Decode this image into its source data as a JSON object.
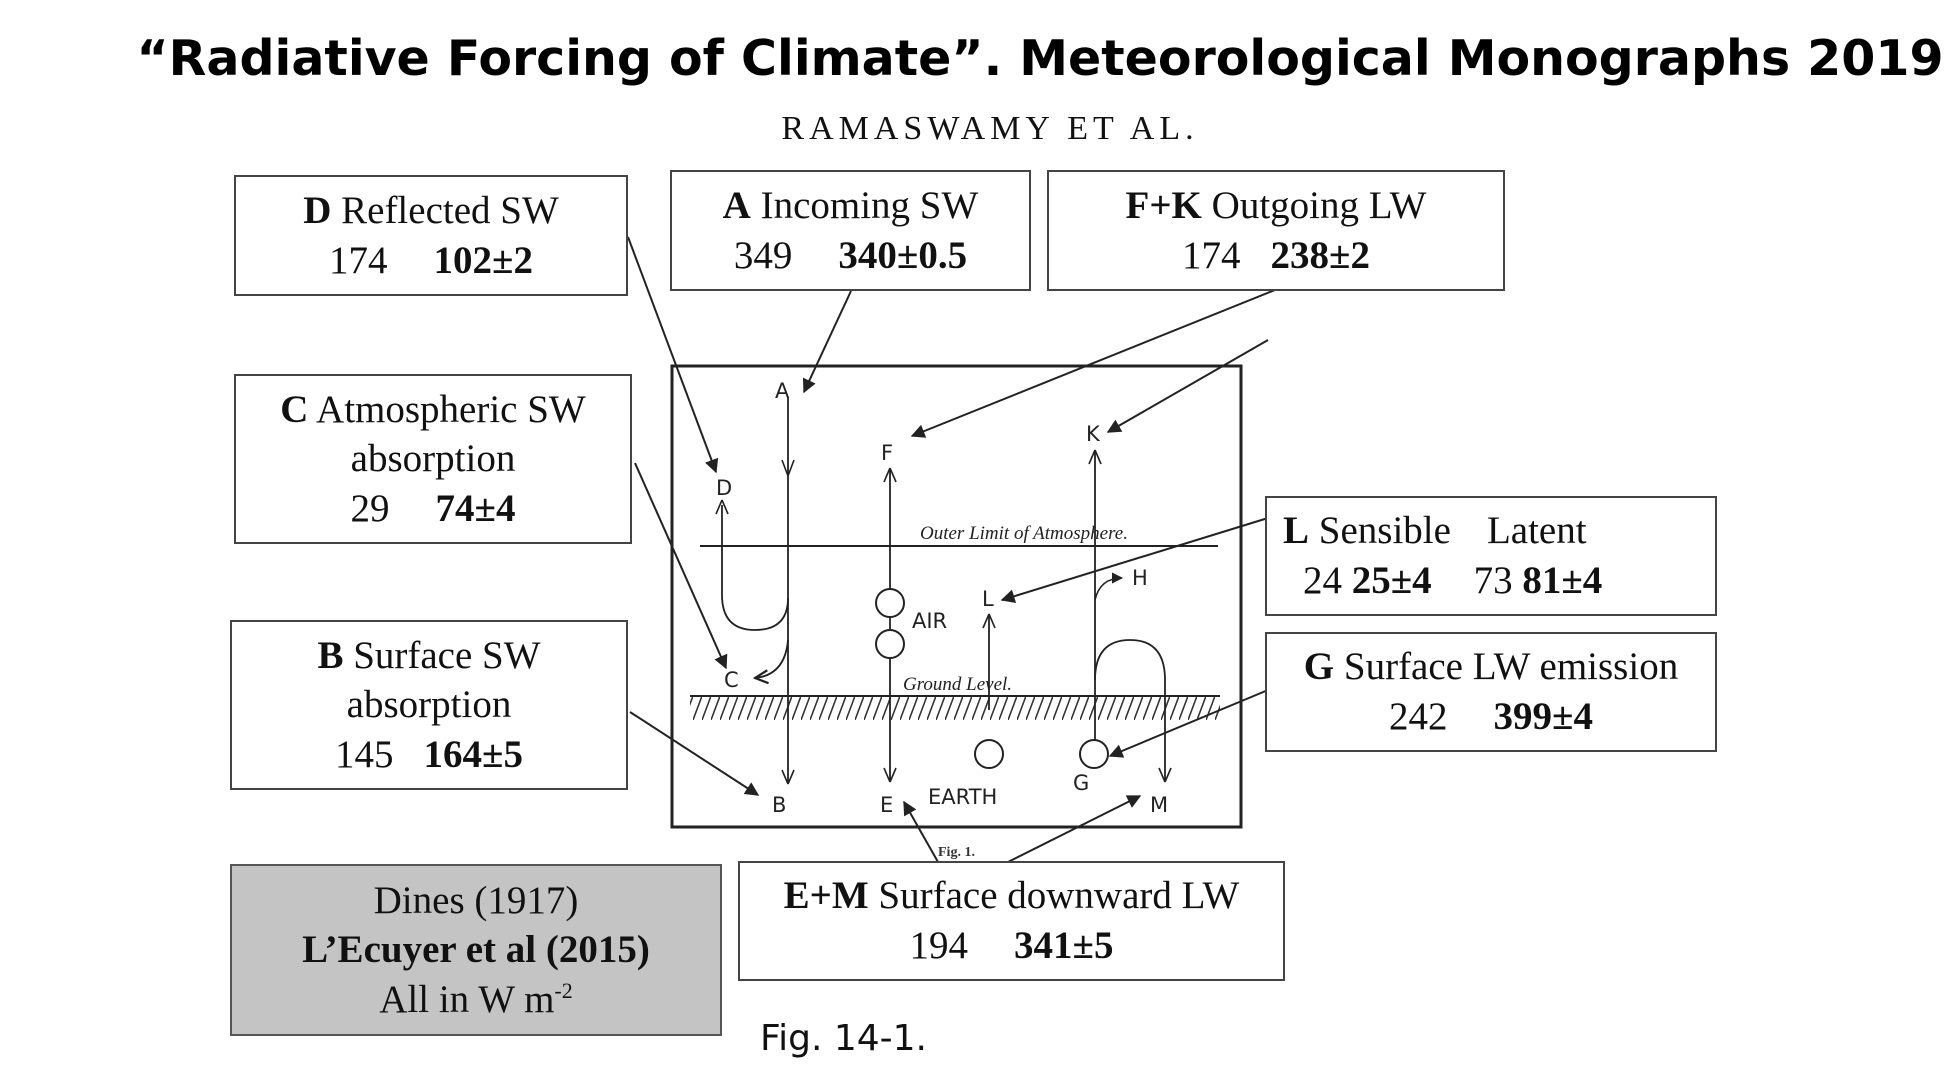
{
  "header": {
    "title": "“Radiative Forcing of Climate”. Meteorological Monographs 2019",
    "author": "RAMASWAMY ET AL."
  },
  "boxes": {
    "D": {
      "letter": "D",
      "label": "Reflected SW",
      "dines": "174",
      "lecuyer": "102±2"
    },
    "A": {
      "letter": "A",
      "label": "Incoming SW",
      "dines": "349",
      "lecuyer": "340±0.5"
    },
    "FK": {
      "letter": "F+K",
      "label": "Outgoing LW",
      "dines": "174",
      "lecuyer": "238±2"
    },
    "C": {
      "letter": "C",
      "label_line1": "Atmospheric SW",
      "label_line2": "absorption",
      "dines": "29",
      "lecuyer": "74±4"
    },
    "L": {
      "letter": "L",
      "label_sensible": "Sensible",
      "label_latent": "Latent",
      "sensible_dines": "24",
      "sensible_lecuyer": "25±4",
      "latent_dines": "73",
      "latent_lecuyer": "81±4"
    },
    "G": {
      "letter": "G",
      "label": "Surface LW emission",
      "dines": "242",
      "lecuyer": "399±4"
    },
    "B": {
      "letter": "B",
      "label_line1": "Surface SW",
      "label_line2": "absorption",
      "dines": "145",
      "lecuyer": "164±5"
    },
    "EM": {
      "letter": "E+M",
      "label": "Surface downward LW",
      "dines": "194",
      "lecuyer": "341±5"
    }
  },
  "legend": {
    "line1": "Dines (1917)",
    "line2": "L’Ecuyer et al (2015)",
    "line3_prefix": "All in W m",
    "line3_sup": "-2"
  },
  "figure": {
    "outer_limit_label": "Outer Limit of Atmosphere.",
    "ground_label": "Ground Level.",
    "air_label": "AIR",
    "earth_label": "EARTH",
    "fig_label": "Fig. 1.",
    "letters": {
      "A": "A",
      "B": "B",
      "C": "C",
      "D": "D",
      "E": "E",
      "F": "F",
      "G": "G",
      "H": "H",
      "K": "K",
      "L": "L",
      "M": "M"
    }
  },
  "caption": "Fig. 14-1."
}
